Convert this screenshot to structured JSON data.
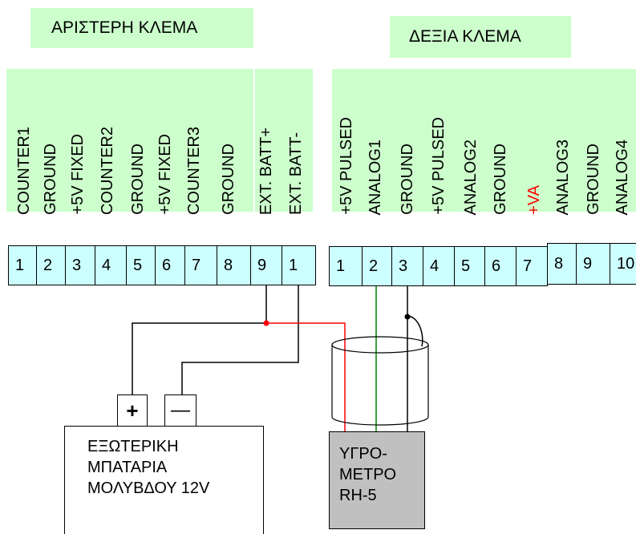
{
  "left_header": "ΑΡΙΣΤΕΡΗ ΚΛΕΜΑ",
  "right_header": "ΔΕΞΙΑ ΚΛΕΜΑ",
  "left_labels": [
    "COUNTER1",
    "GROUND",
    "+5V FIXED",
    "COUNTER2",
    "GROUND",
    "+5V FIXED",
    "COUNTER3",
    "GROUND",
    "EXT. BATT+",
    "EXT. BATT-"
  ],
  "right_labels": [
    "+5V PULSED",
    "ANALOG1",
    "GROUND",
    "+5V PULSED",
    "ANALOG2",
    "GROUND",
    "+VA",
    "ANALOG3",
    "GROUND",
    "ANALOG4"
  ],
  "left_terminals": [
    "1",
    "2",
    "3",
    "4",
    "5",
    "6",
    "7",
    "8",
    "9",
    "1"
  ],
  "right_terminals": [
    "1",
    "2",
    "3",
    "4",
    "5",
    "6",
    "7",
    "8",
    "9",
    "10"
  ],
  "battery": {
    "plus": "+",
    "minus": "—",
    "text": "ΕΞΩΤΕΡΙΚΗ\nΜΠΑΤΑΡΙΑ\nΜΟΛΥΒΔΟΥ 12V"
  },
  "sensor": {
    "text": "ΥΓΡΟ-\nΜΕΤΡΟ\nRH-5"
  },
  "colors": {
    "header_bg": "#ccffcc",
    "terminal_bg": "#ccffff",
    "sensor_bg": "#c0c0c0",
    "red_label": "#ff0000",
    "wire_red": "#ff0000",
    "wire_green": "#008000"
  }
}
